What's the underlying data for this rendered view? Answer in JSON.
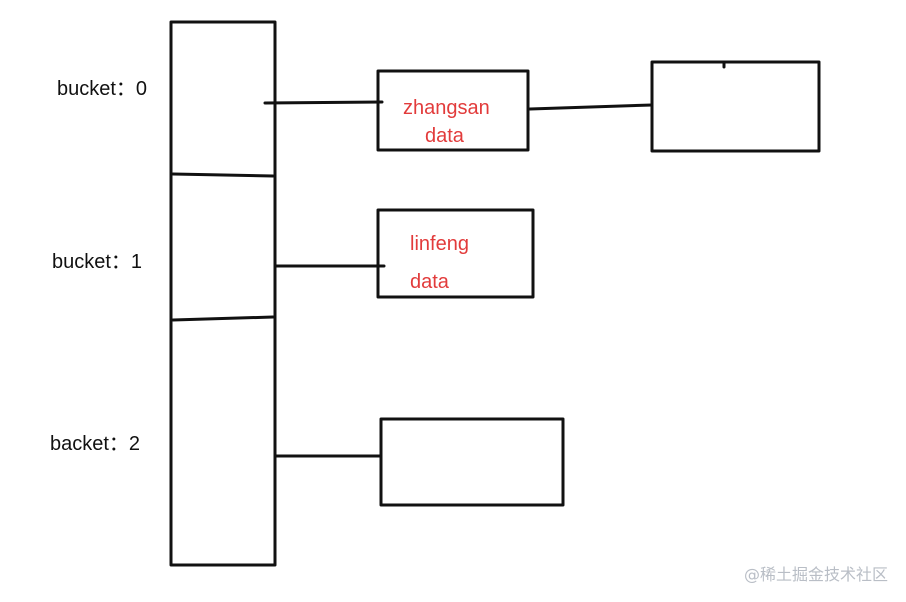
{
  "diagram": {
    "buckets": [
      {
        "label": "bucket：0"
      },
      {
        "label": "bucket：1"
      },
      {
        "label": "backet：2"
      }
    ],
    "nodes": [
      {
        "line1": "zhangsan",
        "line2": "data"
      },
      {
        "line1": "linfeng",
        "line2": "data"
      }
    ],
    "colors": {
      "stroke": "#111111",
      "node_text": "#e23b3b"
    }
  },
  "watermark": "@稀土掘金技术社区"
}
